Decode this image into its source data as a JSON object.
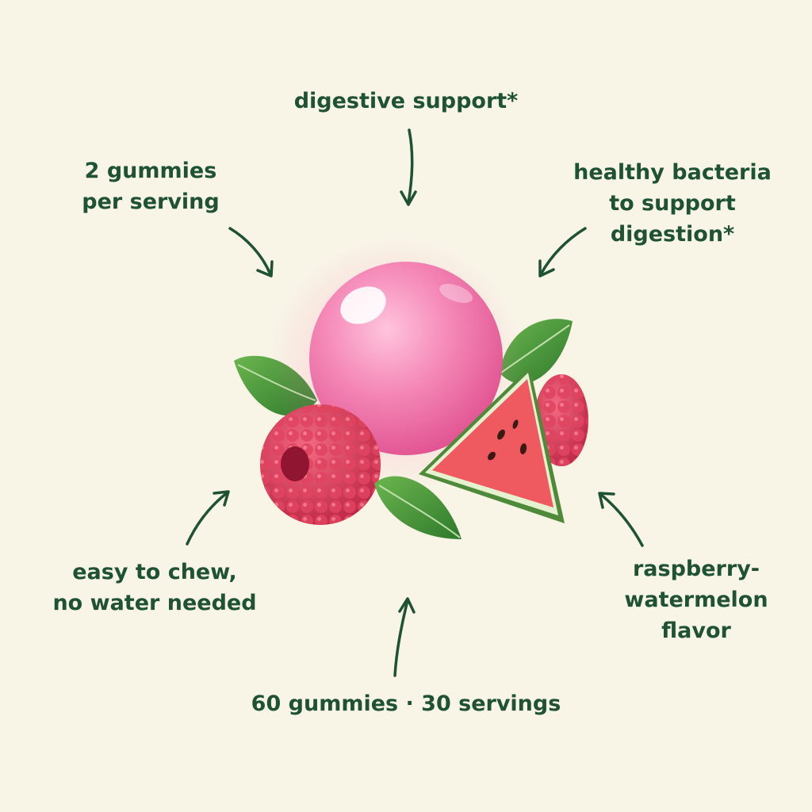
{
  "colors": {
    "background": "#f8f4e6",
    "text": "#1e5232",
    "gummy": "#f27fb0",
    "raspberry": "#d63a55",
    "mint": "#3f8f3a",
    "watermelon_flesh": "#ee5a5f",
    "watermelon_rind": "#4f8a3a"
  },
  "callouts": {
    "top": {
      "lines": [
        "digestive support*"
      ]
    },
    "top_left": {
      "lines": [
        "2 gummies",
        "per serving"
      ]
    },
    "top_right": {
      "lines": [
        "healthy bacteria",
        "to support",
        "digestion*"
      ]
    },
    "bottom_left": {
      "lines": [
        "easy to chew,",
        "no water needed"
      ]
    },
    "bottom_right": {
      "lines": [
        "raspberry-",
        "watermelon",
        "flavor"
      ]
    },
    "bottom": {
      "lines": [
        "60 gummies · 30 servings"
      ]
    }
  },
  "illustration": {
    "items": [
      "pink-gummy",
      "raspberry",
      "raspberry",
      "mint-leaf",
      "mint-leaf",
      "mint-leaf",
      "watermelon-slice"
    ]
  }
}
